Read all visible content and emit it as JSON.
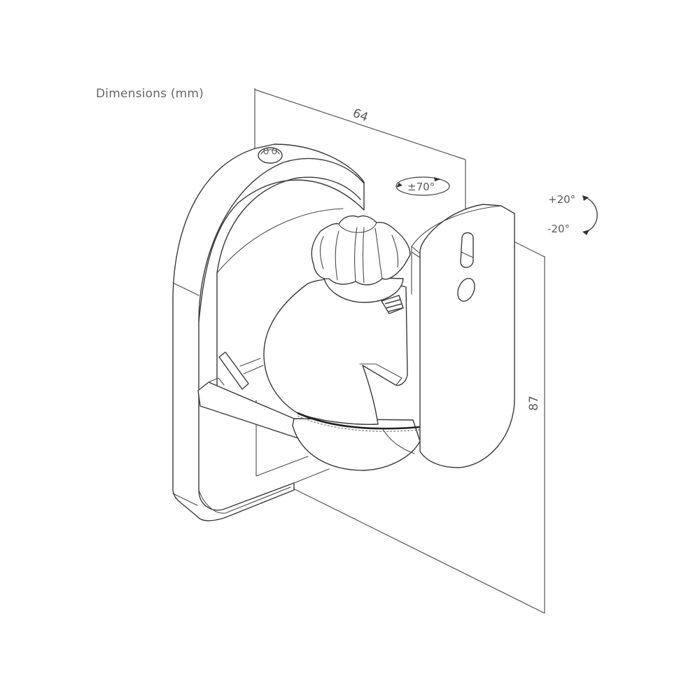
{
  "diagram": {
    "title": "Dimensions (mm)",
    "subject": "speaker wall mount bracket",
    "colors": {
      "line": "#3a3a3a",
      "dimension_line": "#555555",
      "text": "#5a5a5a",
      "background": "#ffffff"
    },
    "dimensions": {
      "width": {
        "value": "64",
        "unit": "mm"
      },
      "height": {
        "value": "87",
        "unit": "mm"
      }
    },
    "annotations": {
      "rotation": "±70°",
      "tilt_up": "+20°",
      "tilt_down": "-20°"
    },
    "parts": [
      {
        "id": "wall-plate",
        "label": "wall plate"
      },
      {
        "id": "screw",
        "label": "screw"
      },
      {
        "id": "ball-joint",
        "label": "ball joint"
      },
      {
        "id": "locking-knob",
        "label": "locking knob"
      },
      {
        "id": "speaker-plate",
        "label": "speaker plate"
      },
      {
        "id": "keyhole-slot",
        "label": "keyhole slot"
      },
      {
        "id": "screw-hole",
        "label": "screw hole"
      },
      {
        "id": "support-arm",
        "label": "support arm"
      }
    ]
  }
}
